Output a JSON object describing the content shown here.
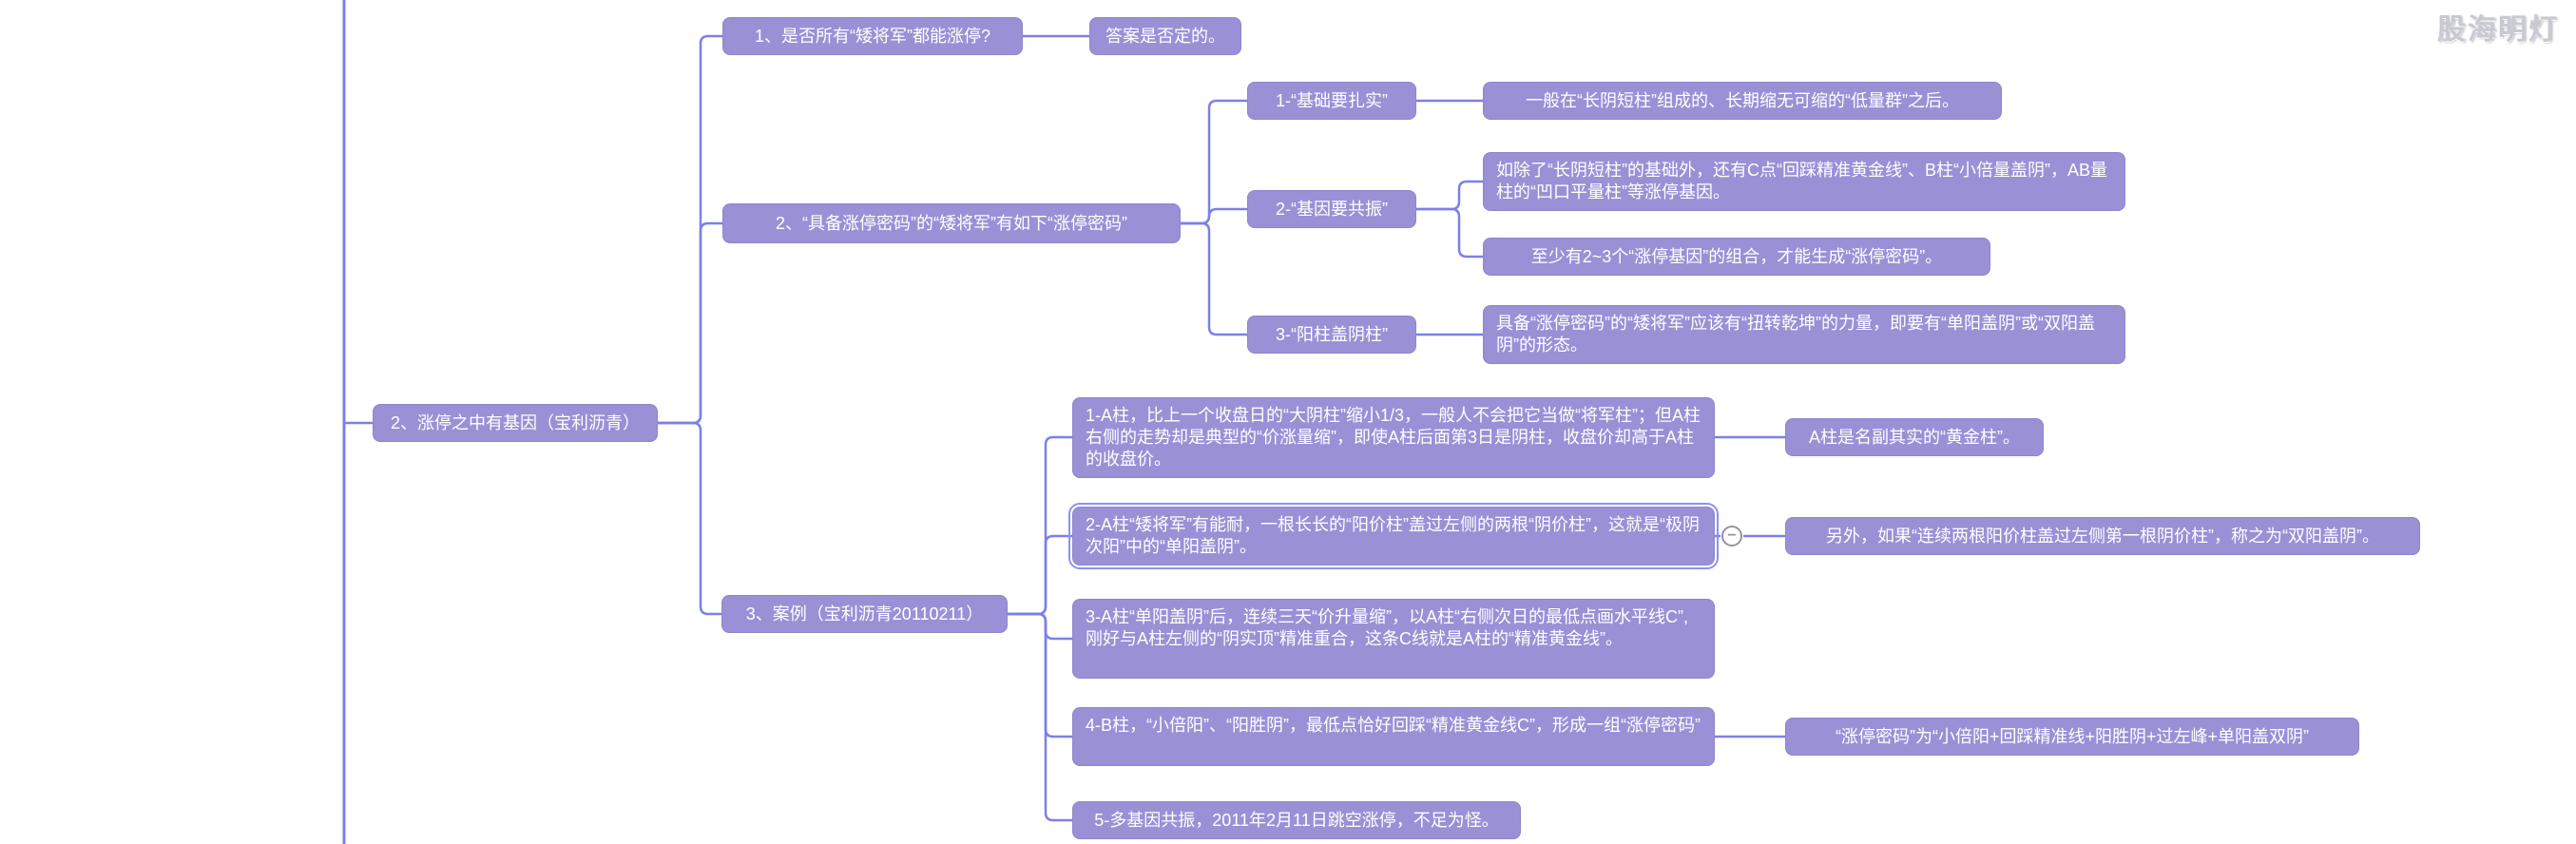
{
  "watermark": {
    "text": "股海明灯"
  },
  "palette": {
    "node_fill": "#9a90d6",
    "node_border": "#8f85cc",
    "connector": "#7c80e8",
    "node_text": "#ffffff",
    "selected_ring": "#8b93f0",
    "collapse_icon": "#95959f",
    "watermark_color": "#c9c9d2"
  },
  "icons": {
    "collapse": "minus-in-circle"
  },
  "map": {
    "root": {
      "label": "2、涨停之中有基因（宝利沥青）"
    },
    "branches": [
      {
        "label": "1、是否所有“矮将军”都能涨停?",
        "children": [
          {
            "label": "答案是否定的。"
          }
        ]
      },
      {
        "label": "2、“具备涨停密码”的“矮将军”有如下“涨停密码”",
        "children": [
          {
            "label": "1-“基础要扎实”",
            "children": [
              {
                "label": "一般在“长阴短柱”组成的、长期缩无可缩的“低量群”之后。"
              }
            ]
          },
          {
            "label": "2-“基因要共振”",
            "children": [
              {
                "label": "如除了“长阴短柱”的基础外，还有C点“回踩精准黄金线”、B柱“小倍量盖阴”，AB量柱的“凹口平量柱”等涨停基因。"
              },
              {
                "label": "至少有2~3个“涨停基因”的组合，才能生成“涨停密码”。"
              }
            ]
          },
          {
            "label": "3-“阳柱盖阴柱”",
            "children": [
              {
                "label": "具备“涨停密码”的“矮将军”应该有“扭转乾坤”的力量，即要有“单阳盖阴”或“双阳盖阴”的形态。"
              }
            ]
          }
        ]
      },
      {
        "label": "3、案例（宝利沥青20110211）",
        "children": [
          {
            "label": "1-A柱，比上一个收盘日的“大阴柱”缩小1/3，一般人不会把它当做“将军柱”；但A柱右侧的走势却是典型的“价涨量缩”，即使A柱后面第3日是阴柱，收盘价却高于A柱的收盘价。",
            "children": [
              {
                "label": "A柱是名副其实的“黄金柱”。"
              }
            ]
          },
          {
            "label": "2-A柱“矮将军”有能耐，一根长长的“阳价柱”盖过左侧的两根“阴价柱”，这就是“极阴次阳”中的“单阳盖阴”。",
            "children": [
              {
                "label": "另外，如果“连续两根阳价柱盖过左侧第一根阴价柱”，称之为“双阳盖阴”。"
              }
            ]
          },
          {
            "label": "3-A柱“单阳盖阴”后，连续三天“价升量缩”，以A柱“右侧次日的最低点画水平线C”,刚好与A柱左侧的“阴实顶”精准重合，这条C线就是A柱的“精准黄金线”。"
          },
          {
            "label": "4-B柱，“小倍阳”、“阳胜阴”，最低点恰好回踩“精准黄金线C”，形成一组“涨停密码”",
            "children": [
              {
                "label": "“涨停密码”为“小倍阳+回踩精准线+阳胜阴+过左峰+单阳盖双阴”"
              }
            ]
          },
          {
            "label": "5-多基因共振，2011年2月11日跳空涨停，不足为怪。"
          }
        ]
      }
    ]
  }
}
